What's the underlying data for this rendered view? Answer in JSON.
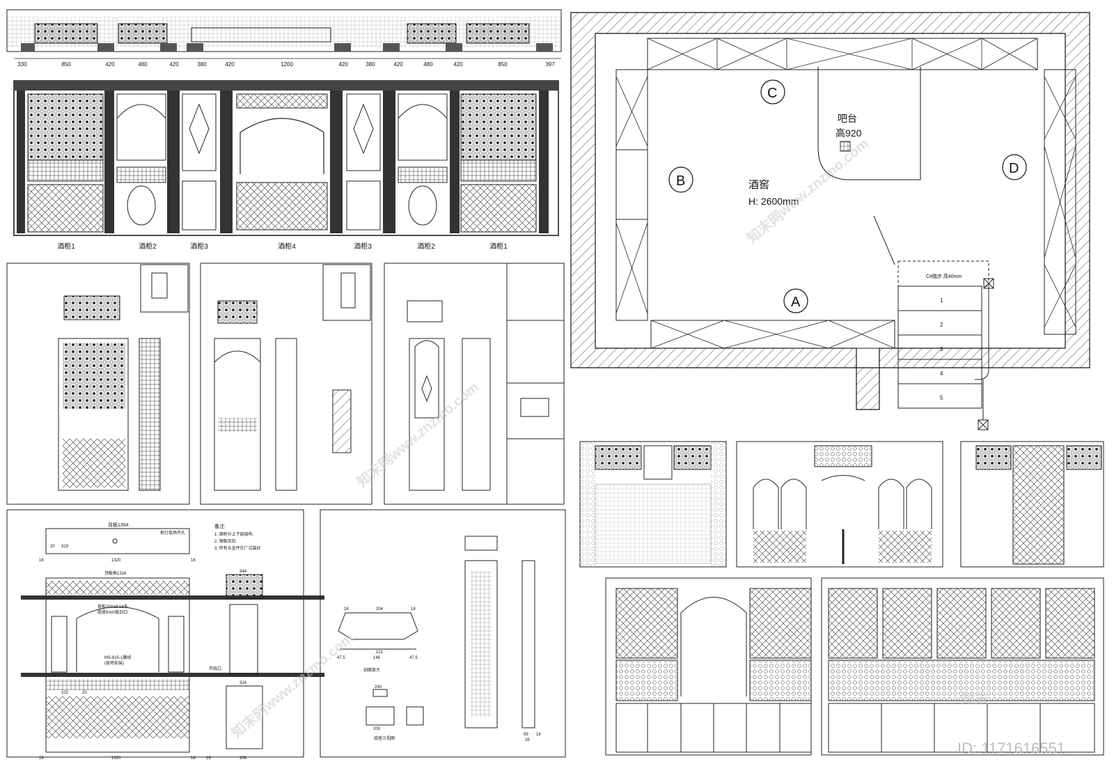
{
  "elevation": {
    "dims": [
      "330",
      "850",
      "420",
      "480",
      "420",
      "380",
      "420",
      "1200",
      "420",
      "380",
      "420",
      "480",
      "420",
      "850",
      "397"
    ],
    "cabinets": [
      "酒柜1",
      "酒柜2",
      "酒柜3",
      "酒柜4",
      "酒柜3",
      "酒柜2",
      "酒柜1"
    ]
  },
  "plan": {
    "title": "酒窖",
    "height": "H: 2600mm",
    "bar_label": "吧台",
    "bar_height": "高920",
    "markers": [
      "A",
      "B",
      "C",
      "D"
    ],
    "step_label": "C#踏步 高40mm",
    "steps": [
      "1",
      "2",
      "3",
      "4",
      "5"
    ]
  },
  "detail4": {
    "top_width": "背板1354",
    "top_dims": [
      "20",
      "319",
      "16",
      "1320",
      "18"
    ],
    "top_note": "射灯现场开孔",
    "notes_title": "备注:",
    "notes": [
      "1. 酒柜分上下组结构.",
      "2. 钢板压扣.",
      "3. 所有五金件在厂试装好"
    ],
    "inner_width": "顶板框1316",
    "arch_note": "背板20X18.18条",
    "arch_note2": "底座5mm板封口",
    "mid_note": "MS-815-1腰线",
    "mid_note2": "(现场安装)",
    "bottom_dims": [
      "18",
      "102",
      "20",
      "1320",
      "18"
    ],
    "side_dims": [
      "344",
      "324",
      "308",
      "18"
    ],
    "opening": "开线口"
  },
  "detail5": {
    "section_title": "剖面放大",
    "base_title": "底座三视图",
    "dims": [
      "18",
      "204",
      "18",
      "47.5",
      "47.5",
      "146",
      "121",
      "240",
      "200"
    ],
    "column_dims": [
      "99",
      "26",
      "18"
    ]
  },
  "watermarks": [
    "知末网www.znzmo.com",
    "知末"
  ],
  "id_label": "ID: 1171616551",
  "brand": "知末"
}
